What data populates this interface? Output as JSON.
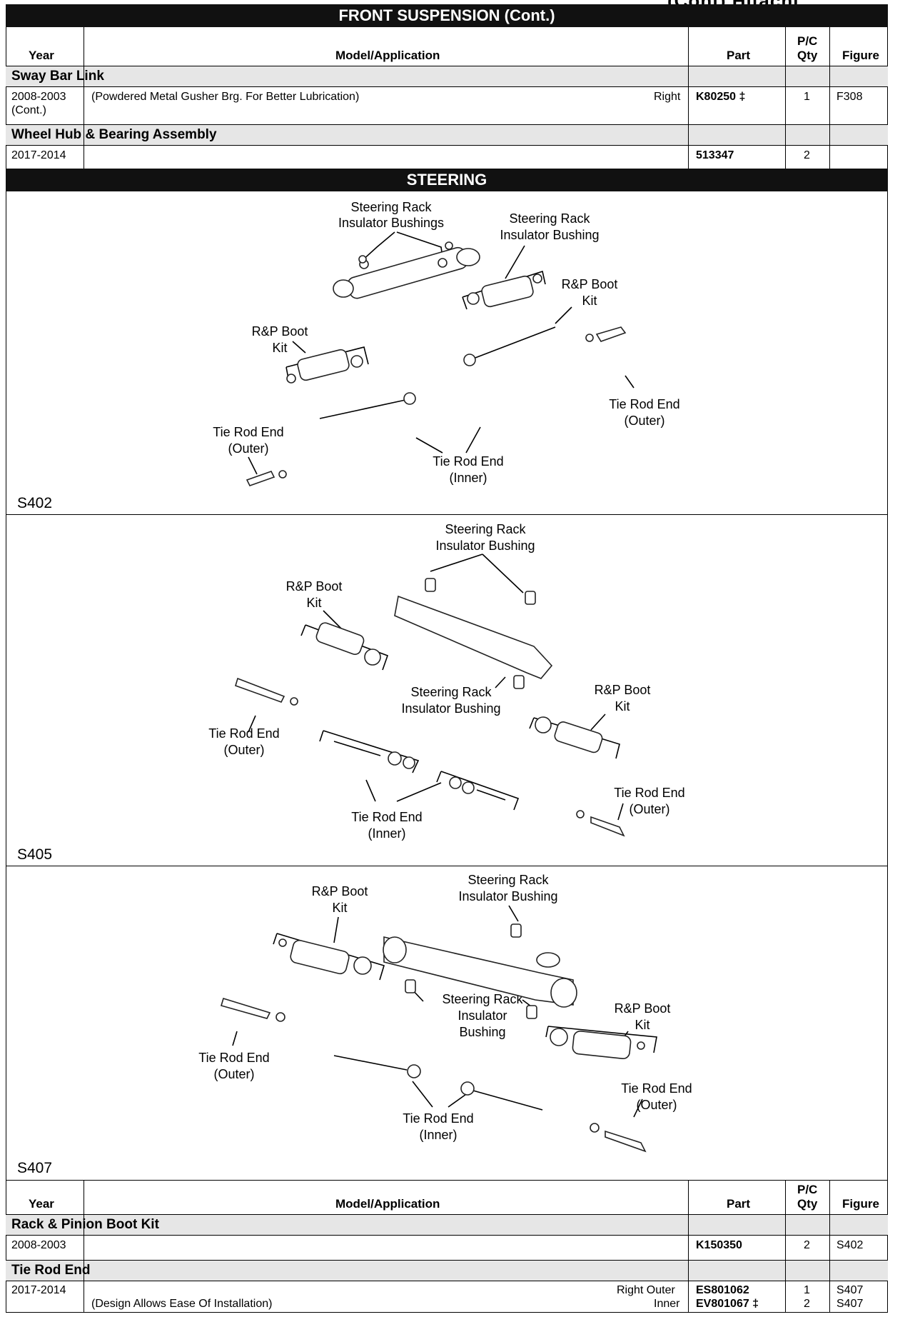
{
  "page_header_fragment": "(Cont) Hitachi",
  "sections": {
    "front_suspension": "FRONT SUSPENSION (Cont.)",
    "steering": "STEERING"
  },
  "table_headers": {
    "year": "Year",
    "model": "Model/Application",
    "part": "Part",
    "qty_line1": "P/C",
    "qty_line2": "Qty",
    "figure": "Figure"
  },
  "sway_bar_link": {
    "title": "Sway Bar Link",
    "row": {
      "year": "2008-2003",
      "year_note": "(Cont.)",
      "application": "(Powdered Metal Gusher Brg. For Better Lubrication)",
      "side": "Right",
      "part": "K80250 ‡",
      "qty": "1",
      "figure": "F308"
    }
  },
  "wheel_hub": {
    "title": "Wheel Hub & Bearing Assembly",
    "row": {
      "year": "2017-2014",
      "application": "",
      "part": "513347",
      "qty": "2",
      "figure": ""
    }
  },
  "figures": [
    {
      "id": "S402",
      "labels": {
        "bushings_top_1": "Steering Rack",
        "bushings_top_2": "Insulator Bushings",
        "bushing_1": "Steering Rack",
        "bushing_2": "Insulator Bushing",
        "boot_right_1": "R&P Boot",
        "boot_right_2": "Kit",
        "boot_left_1": "R&P Boot",
        "boot_left_2": "Kit",
        "tre_outer_right_1": "Tie Rod End",
        "tre_outer_right_2": "(Outer)",
        "tre_outer_left_1": "Tie Rod End",
        "tre_outer_left_2": "(Outer)",
        "tre_inner_1": "Tie Rod End",
        "tre_inner_2": "(Inner)"
      }
    },
    {
      "id": "S405",
      "labels": {
        "bushing_top_1": "Steering Rack",
        "bushing_top_2": "Insulator Bushing",
        "boot_left_1": "R&P Boot",
        "boot_left_2": "Kit",
        "bushing_mid_1": "Steering Rack",
        "bushing_mid_2": "Insulator Bushing",
        "boot_right_1": "R&P Boot",
        "boot_right_2": "Kit",
        "tre_outer_left_1": "Tie Rod End",
        "tre_outer_left_2": "(Outer)",
        "tre_outer_right_1": "Tie Rod End",
        "tre_outer_right_2": "(Outer)",
        "tre_inner_1": "Tie Rod End",
        "tre_inner_2": "(Inner)"
      }
    },
    {
      "id": "S407",
      "labels": {
        "boot_left_1": "R&P Boot",
        "boot_left_2": "Kit",
        "bushing_top_1": "Steering Rack",
        "bushing_top_2": "Insulator Bushing",
        "bushing_mid_1": "Steering Rack",
        "bushing_mid_2": "Insulator",
        "bushing_mid_3": "Bushing",
        "boot_right_1": "R&P Boot",
        "boot_right_2": "Kit",
        "tre_outer_left_1": "Tie Rod End",
        "tre_outer_left_2": "(Outer)",
        "tre_outer_right_1": "Tie Rod End",
        "tre_outer_right_2": "(Outer)",
        "tre_inner_1": "Tie Rod End",
        "tre_inner_2": "(Inner)"
      }
    }
  ],
  "rack_pinion_boot": {
    "title": "Rack & Pinion Boot Kit",
    "row": {
      "year": "2008-2003",
      "application": "",
      "part": "K150350",
      "qty": "2",
      "figure": "S402"
    }
  },
  "tie_rod_end": {
    "title": "Tie Rod End",
    "rows": [
      {
        "year": "2017-2014",
        "application": "",
        "side": "Right Outer",
        "part": "ES801062",
        "qty": "1",
        "figure": "S407"
      },
      {
        "year": "",
        "application": "(Design Allows Ease Of Installation)",
        "side": "Inner",
        "part": "EV801067 ‡",
        "qty": "2",
        "figure": "S407"
      }
    ]
  }
}
